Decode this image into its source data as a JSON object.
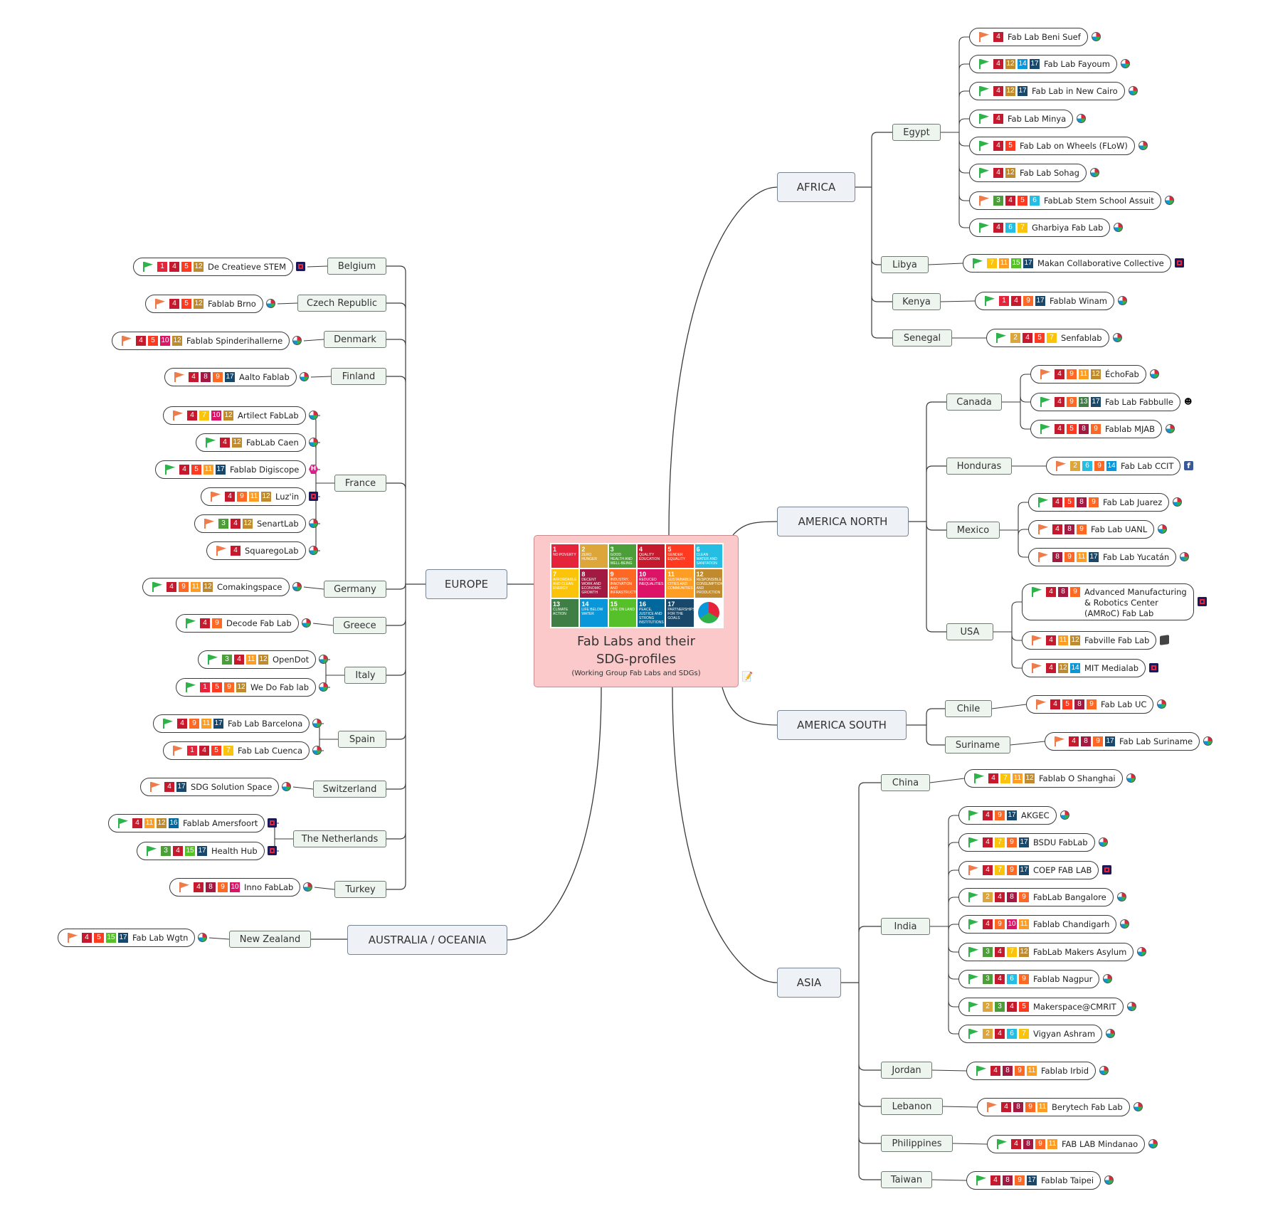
{
  "center": {
    "title_line1": "Fab Labs and their",
    "title_line2": "SDG-profiles",
    "subtitle": "(Working Group Fab Labs and SDGs)",
    "sdg_tiles": [
      {
        "n": "1",
        "label": "NO POVERTY",
        "color": "#E5243B"
      },
      {
        "n": "2",
        "label": "ZERO HUNGER",
        "color": "#DDA63A"
      },
      {
        "n": "3",
        "label": "GOOD HEALTH AND WELL-BEING",
        "color": "#4C9F38"
      },
      {
        "n": "4",
        "label": "QUALITY EDUCATION",
        "color": "#C5192D"
      },
      {
        "n": "5",
        "label": "GENDER EQUALITY",
        "color": "#FF3A21"
      },
      {
        "n": "6",
        "label": "CLEAN WATER AND SANITATION",
        "color": "#26BDE2"
      },
      {
        "n": "7",
        "label": "AFFORDABLE AND CLEAN ENERGY",
        "color": "#FCC30B"
      },
      {
        "n": "8",
        "label": "DECENT WORK AND ECONOMIC GROWTH",
        "color": "#A21942"
      },
      {
        "n": "9",
        "label": "INDUSTRY, INNOVATION AND INFRASTRUCTURE",
        "color": "#FD6925"
      },
      {
        "n": "10",
        "label": "REDUCED INEQUALITIES",
        "color": "#DD1367"
      },
      {
        "n": "11",
        "label": "SUSTAINABLE CITIES AND COMMUNITIES",
        "color": "#FD9D24"
      },
      {
        "n": "12",
        "label": "RESPONSIBLE CONSUMPTION AND PRODUCTION",
        "color": "#BF8B2E"
      },
      {
        "n": "13",
        "label": "CLIMATE ACTION",
        "color": "#3F7E44"
      },
      {
        "n": "14",
        "label": "LIFE BELOW WATER",
        "color": "#0A97D9"
      },
      {
        "n": "15",
        "label": "LIFE ON LAND",
        "color": "#56C02B"
      },
      {
        "n": "16",
        "label": "PEACE, JUSTICE AND STRONG INSTITUTIONS",
        "color": "#00689D"
      },
      {
        "n": "17",
        "label": "PARTNERSHIPS FOR THE GOALS",
        "color": "#19486A"
      }
    ]
  },
  "sdg_colors": {
    "1": "#E5243B",
    "2": "#DDA63A",
    "3": "#4C9F38",
    "4": "#C5192D",
    "5": "#FF3A21",
    "6": "#26BDE2",
    "7": "#FCC30B",
    "8": "#A21942",
    "9": "#FD6925",
    "10": "#DD1367",
    "11": "#FD9D24",
    "12": "#BF8B2E",
    "13": "#3F7E44",
    "14": "#0A97D9",
    "15": "#56C02B",
    "16": "#00689D",
    "17": "#19486A"
  },
  "flag_colors": {
    "green": "#2DB34A",
    "orange": "#F07B4A"
  },
  "regions": [
    {
      "name": "EUROPE",
      "countries": [
        {
          "name": "Belgium",
          "labs": [
            {
              "name": "De Creatieve STEM",
              "sdgs": [
                "1",
                "4",
                "5",
                "12"
              ],
              "flag": "green",
              "icon": "doc"
            }
          ]
        },
        {
          "name": "Czech Republic",
          "labs": [
            {
              "name": "Fablab Brno",
              "sdgs": [
                "4",
                "5",
                "12"
              ],
              "flag": "orange",
              "icon": "globe"
            }
          ]
        },
        {
          "name": "Denmark",
          "labs": [
            {
              "name": "Fablab Spinderihallerne",
              "sdgs": [
                "4",
                "5",
                "10",
                "12"
              ],
              "flag": "orange",
              "icon": "globe"
            }
          ]
        },
        {
          "name": "Finland",
          "labs": [
            {
              "name": "Aalto Fablab",
              "sdgs": [
                "4",
                "8",
                "9",
                "17"
              ],
              "flag": "orange",
              "icon": "globe"
            }
          ]
        },
        {
          "name": "France",
          "labs": [
            {
              "name": "Artilect FabLab",
              "sdgs": [
                "4",
                "7",
                "10",
                "12"
              ],
              "flag": "orange",
              "icon": "globe"
            },
            {
              "name": "FabLab Caen",
              "sdgs": [
                "4",
                "12"
              ],
              "flag": "green",
              "icon": "globe"
            },
            {
              "name": "Fablab Digiscope",
              "sdgs": [
                "4",
                "5",
                "11",
                "17"
              ],
              "flag": "green",
              "icon": "hex"
            },
            {
              "name": "Luz'in",
              "sdgs": [
                "4",
                "9",
                "11",
                "12"
              ],
              "flag": "orange",
              "icon": "doc"
            },
            {
              "name": "SenartLab",
              "sdgs": [
                "3",
                "4",
                "12"
              ],
              "flag": "orange",
              "icon": "globe"
            },
            {
              "name": "SquaregoLab",
              "sdgs": [
                "4"
              ],
              "flag": "orange",
              "icon": "globe"
            }
          ]
        },
        {
          "name": "Germany",
          "labs": [
            {
              "name": "Comakingspace",
              "sdgs": [
                "4",
                "9",
                "11",
                "12"
              ],
              "flag": "green",
              "icon": "globe"
            }
          ]
        },
        {
          "name": "Greece",
          "labs": [
            {
              "name": "Decode Fab Lab",
              "sdgs": [
                "4",
                "9"
              ],
              "flag": "green",
              "icon": "globe"
            }
          ]
        },
        {
          "name": "Italy",
          "labs": [
            {
              "name": "OpenDot",
              "sdgs": [
                "3",
                "4",
                "11",
                "12"
              ],
              "flag": "green",
              "icon": "globe"
            },
            {
              "name": "We Do Fab lab",
              "sdgs": [
                "1",
                "5",
                "9",
                "12"
              ],
              "flag": "green",
              "icon": "globe"
            }
          ]
        },
        {
          "name": "Spain",
          "labs": [
            {
              "name": "Fab Lab Barcelona",
              "sdgs": [
                "4",
                "9",
                "11",
                "17"
              ],
              "flag": "green",
              "icon": "globe"
            },
            {
              "name": "Fab Lab Cuenca",
              "sdgs": [
                "1",
                "4",
                "5",
                "7"
              ],
              "flag": "orange",
              "icon": "globe"
            }
          ]
        },
        {
          "name": "Switzerland",
          "labs": [
            {
              "name": "SDG Solution Space",
              "sdgs": [
                "4",
                "17"
              ],
              "flag": "orange",
              "icon": "globe"
            }
          ]
        },
        {
          "name": "The Netherlands",
          "labs": [
            {
              "name": "Fablab Amersfoort",
              "sdgs": [
                "4",
                "11",
                "12",
                "16"
              ],
              "flag": "green",
              "icon": "doc"
            },
            {
              "name": "Health Hub",
              "sdgs": [
                "3",
                "4",
                "15",
                "17"
              ],
              "flag": "green",
              "icon": "doc"
            }
          ]
        },
        {
          "name": "Turkey",
          "labs": [
            {
              "name": "Inno FabLab",
              "sdgs": [
                "4",
                "8",
                "9",
                "10"
              ],
              "flag": "orange",
              "icon": "globe"
            }
          ]
        }
      ]
    },
    {
      "name": "AUSTRALIA / OCEANIA",
      "countries": [
        {
          "name": "New Zealand",
          "labs": [
            {
              "name": "Fab Lab Wgtn",
              "sdgs": [
                "4",
                "5",
                "15",
                "17"
              ],
              "flag": "orange",
              "icon": "globe"
            }
          ]
        }
      ]
    },
    {
      "name": "AFRICA",
      "countries": [
        {
          "name": "Egypt",
          "labs": [
            {
              "name": "Fab Lab Beni Suef",
              "sdgs": [
                "4"
              ],
              "flag": "orange",
              "icon": "globe"
            },
            {
              "name": "Fab Lab Fayoum",
              "sdgs": [
                "4",
                "12",
                "14",
                "17"
              ],
              "flag": "green",
              "icon": "globe"
            },
            {
              "name": "Fab Lab in New Cairo",
              "sdgs": [
                "4",
                "12",
                "17"
              ],
              "flag": "green",
              "icon": "globe"
            },
            {
              "name": "Fab Lab Minya",
              "sdgs": [
                "4"
              ],
              "flag": "green",
              "icon": "globe"
            },
            {
              "name": "Fab Lab on Wheels (FLoW)",
              "sdgs": [
                "4",
                "5"
              ],
              "flag": "green",
              "icon": "globe"
            },
            {
              "name": "Fab Lab Sohag",
              "sdgs": [
                "4",
                "12"
              ],
              "flag": "green",
              "icon": "globe"
            },
            {
              "name": "FabLab Stem School Assuit",
              "sdgs": [
                "3",
                "4",
                "5",
                "6"
              ],
              "flag": "orange",
              "icon": "globe"
            },
            {
              "name": "Gharbiya Fab Lab",
              "sdgs": [
                "4",
                "6",
                "7"
              ],
              "flag": "green",
              "icon": "globe"
            }
          ]
        },
        {
          "name": "Libya",
          "labs": [
            {
              "name": "Makan Collaborative Collective",
              "sdgs": [
                "7",
                "11",
                "15",
                "17"
              ],
              "flag": "green",
              "icon": "doc"
            }
          ]
        },
        {
          "name": "Kenya",
          "labs": [
            {
              "name": "Fablab Winam",
              "sdgs": [
                "1",
                "4",
                "9",
                "17"
              ],
              "flag": "green",
              "icon": "globe"
            }
          ]
        },
        {
          "name": "Senegal",
          "labs": [
            {
              "name": "Senfablab",
              "sdgs": [
                "2",
                "4",
                "5",
                "7"
              ],
              "flag": "green",
              "icon": "globe"
            }
          ]
        }
      ]
    },
    {
      "name": "AMERICA NORTH",
      "countries": [
        {
          "name": "Canada",
          "labs": [
            {
              "name": "ÉchoFab",
              "sdgs": [
                "4",
                "9",
                "11",
                "12"
              ],
              "flag": "orange",
              "icon": "globe"
            },
            {
              "name": "Fab Lab Fabbulle",
              "sdgs": [
                "4",
                "9",
                "13",
                "17"
              ],
              "flag": "green",
              "icon": "people"
            },
            {
              "name": "Fablab MJAB",
              "sdgs": [
                "4",
                "5",
                "8",
                "9"
              ],
              "flag": "green",
              "icon": "globe"
            }
          ]
        },
        {
          "name": "Honduras",
          "labs": [
            {
              "name": "Fab Lab CCIT",
              "sdgs": [
                "2",
                "6",
                "9",
                "14"
              ],
              "flag": "orange",
              "icon": "facebook"
            }
          ]
        },
        {
          "name": "Mexico",
          "labs": [
            {
              "name": "Fab Lab Juarez",
              "sdgs": [
                "4",
                "5",
                "8",
                "9"
              ],
              "flag": "green",
              "icon": "globe"
            },
            {
              "name": "Fab Lab UANL",
              "sdgs": [
                "4",
                "8",
                "9"
              ],
              "flag": "orange",
              "icon": "globe"
            },
            {
              "name": "Fab Lab Yucatán",
              "sdgs": [
                "8",
                "9",
                "11",
                "17"
              ],
              "flag": "orange",
              "icon": "globe"
            }
          ]
        },
        {
          "name": "USA",
          "labs": [
            {
              "name": "Advanced Manufacturing",
              "name2": "& Robotics Center",
              "name3": "(AMRoC) Fab Lab",
              "sdgs": [
                "4",
                "8",
                "9"
              ],
              "flag": "green",
              "icon": "doc"
            },
            {
              "name": "Fabville Fab Lab",
              "sdgs": [
                "4",
                "11",
                "12"
              ],
              "flag": "orange",
              "icon": "cube"
            },
            {
              "name": "MIT Medialab",
              "sdgs": [
                "4",
                "12",
                "14"
              ],
              "flag": "orange",
              "icon": "doc"
            }
          ]
        }
      ]
    },
    {
      "name": "AMERICA SOUTH",
      "countries": [
        {
          "name": "Chile",
          "labs": [
            {
              "name": "Fab Lab UC",
              "sdgs": [
                "4",
                "5",
                "8",
                "9"
              ],
              "flag": "orange",
              "icon": "globe"
            }
          ]
        },
        {
          "name": "Suriname",
          "labs": [
            {
              "name": "Fab Lab Suriname",
              "sdgs": [
                "4",
                "8",
                "9",
                "17"
              ],
              "flag": "orange",
              "icon": "globe"
            }
          ]
        }
      ]
    },
    {
      "name": "ASIA",
      "countries": [
        {
          "name": "China",
          "labs": [
            {
              "name": "Fablab O Shanghai",
              "sdgs": [
                "4",
                "7",
                "11",
                "12"
              ],
              "flag": "green",
              "icon": "globe"
            }
          ]
        },
        {
          "name": "India",
          "labs": [
            {
              "name": "AKGEC",
              "sdgs": [
                "4",
                "9",
                "17"
              ],
              "flag": "green",
              "icon": "globe"
            },
            {
              "name": "BSDU FabLab",
              "sdgs": [
                "4",
                "7",
                "9",
                "17"
              ],
              "flag": "green",
              "icon": "globe"
            },
            {
              "name": "COEP FAB LAB",
              "sdgs": [
                "4",
                "7",
                "9",
                "17"
              ],
              "flag": "orange",
              "icon": "doc"
            },
            {
              "name": "FabLab Bangalore",
              "sdgs": [
                "2",
                "4",
                "8",
                "9"
              ],
              "flag": "green",
              "icon": "globe"
            },
            {
              "name": "Fablab Chandigarh",
              "sdgs": [
                "4",
                "9",
                "10",
                "11"
              ],
              "flag": "green",
              "icon": "globe"
            },
            {
              "name": "FabLab Makers Asylum",
              "sdgs": [
                "3",
                "4",
                "7",
                "12"
              ],
              "flag": "green",
              "icon": "globe"
            },
            {
              "name": "Fablab Nagpur",
              "sdgs": [
                "3",
                "4",
                "6",
                "9"
              ],
              "flag": "green",
              "icon": "globe"
            },
            {
              "name": "Makerspace@CMRIT",
              "sdgs": [
                "2",
                "3",
                "4",
                "5"
              ],
              "flag": "green",
              "icon": "globe"
            },
            {
              "name": "Vigyan Ashram",
              "sdgs": [
                "2",
                "4",
                "6",
                "7"
              ],
              "flag": "green",
              "icon": "globe"
            }
          ]
        },
        {
          "name": "Jordan",
          "labs": [
            {
              "name": "Fablab Irbid",
              "sdgs": [
                "4",
                "8",
                "9",
                "11"
              ],
              "flag": "green",
              "icon": "globe"
            }
          ]
        },
        {
          "name": "Lebanon",
          "labs": [
            {
              "name": "Berytech Fab Lab",
              "sdgs": [
                "4",
                "8",
                "9",
                "11"
              ],
              "flag": "orange",
              "icon": "globe"
            }
          ]
        },
        {
          "name": "Philippines",
          "labs": [
            {
              "name": "FAB LAB Mindanao",
              "sdgs": [
                "4",
                "8",
                "9",
                "11"
              ],
              "flag": "green",
              "icon": "globe"
            }
          ]
        },
        {
          "name": "Taiwan",
          "labs": [
            {
              "name": "Fablab Taipei",
              "sdgs": [
                "4",
                "8",
                "9",
                "17"
              ],
              "flag": "green",
              "icon": "globe"
            }
          ]
        }
      ]
    }
  ]
}
